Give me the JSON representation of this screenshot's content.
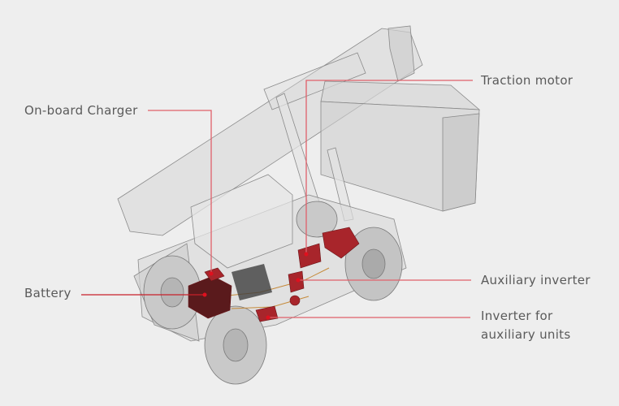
{
  "diagram": {
    "subject": "reach-stacker",
    "colors": {
      "background": "#eeeeee",
      "leader": "#e0606a",
      "component": "#a8252b",
      "dot": "#e0101e",
      "text": "#5a5a5a"
    },
    "labels": {
      "onboard_charger": "On-board Charger",
      "battery": "Battery",
      "traction_motor": "Traction motor",
      "auxiliary_inverter": "Auxiliary inverter",
      "inverter_aux_units_line1": "Inverter for",
      "inverter_aux_units_line2": "auxiliary units"
    }
  }
}
